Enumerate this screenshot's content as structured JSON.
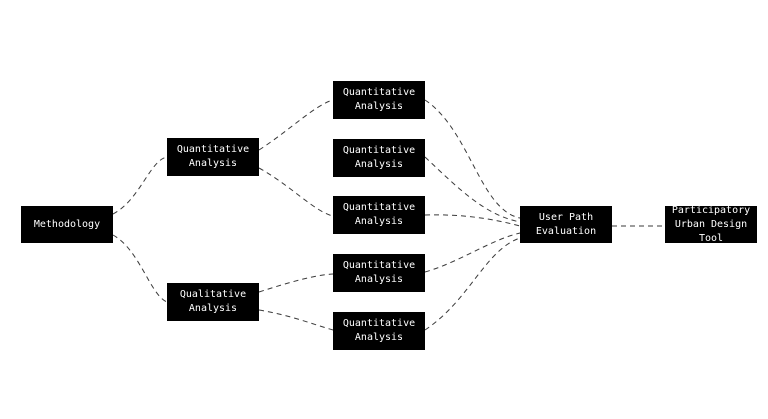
{
  "nodes": {
    "methodology": "Methodology",
    "quantitative": "Quantitative\nAnalysis",
    "qualitative": "Qualitative\nAnalysis",
    "q1": "Quantitative\nAnalysis",
    "q2": "Quantitative\nAnalysis",
    "q3": "Quantitative\nAnalysis",
    "q4": "Quantitative\nAnalysis",
    "q5": "Quantitative\nAnalysis",
    "user_path": "User Path\nEvaluation",
    "design_tool": "Participatory\nUrban Design Tool"
  },
  "edges": [
    [
      "methodology",
      "quantitative"
    ],
    [
      "methodology",
      "qualitative"
    ],
    [
      "quantitative",
      "q1"
    ],
    [
      "quantitative",
      "q3"
    ],
    [
      "qualitative",
      "q4"
    ],
    [
      "qualitative",
      "q5"
    ],
    [
      "q1",
      "user_path"
    ],
    [
      "q2",
      "user_path"
    ],
    [
      "q3",
      "user_path"
    ],
    [
      "q4",
      "user_path"
    ],
    [
      "q5",
      "user_path"
    ],
    [
      "user_path",
      "design_tool"
    ]
  ]
}
